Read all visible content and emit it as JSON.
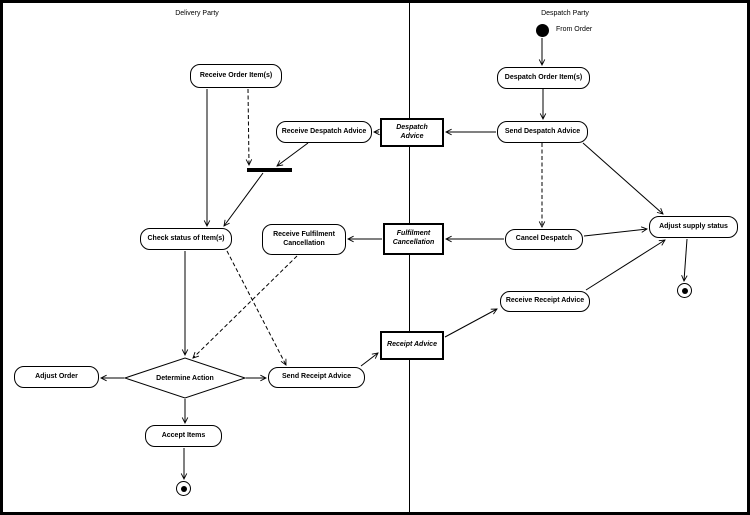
{
  "diagram": {
    "lanes": [
      {
        "title": "Delivery Party"
      },
      {
        "title": "Despatch Party"
      }
    ],
    "labels": {
      "from_order": "From Order"
    },
    "nodes": {
      "receive_order_items": "Receive Order Item(s)",
      "receive_despatch_advice": "Receive Despatch Advice",
      "despatch_advice": "Despatch Advice",
      "send_despatch_advice": "Send Despatch Advice",
      "despatch_order_items": "Despatch Order Item(s)",
      "check_status_of_items": "Check status of Item(s)",
      "receive_fulfilment_cancellation": "Receive Fulfilment Cancellation",
      "fulfilment_cancellation": "Fulfilment Cancellation",
      "cancel_despatch": "Cancel Despatch",
      "adjust_supply_status": "Adjust supply status",
      "receive_receipt_advice": "Receive Receipt Advice",
      "receipt_advice": "Receipt Advice",
      "determine_action": "Determine Action",
      "adjust_order": "Adjust Order",
      "send_receipt_advice": "Send Receipt Advice",
      "accept_items": "Accept Items"
    },
    "colors": {
      "line": "#000000",
      "background": "#ffffff"
    }
  }
}
